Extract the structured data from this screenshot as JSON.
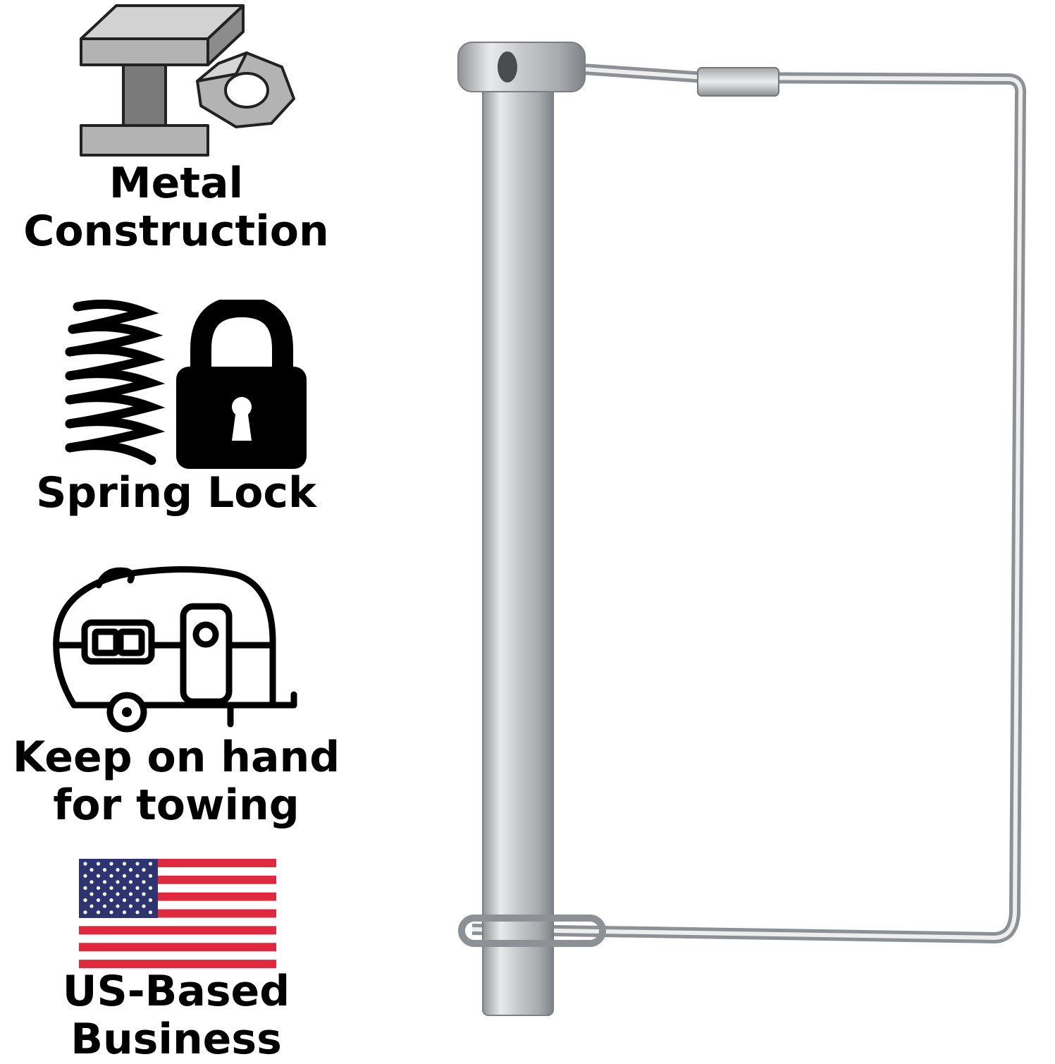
{
  "features": [
    {
      "id": "metal",
      "icon": "steel-beam-and-nut-icon",
      "lines": [
        "Metal",
        "Construction"
      ]
    },
    {
      "id": "spring",
      "icon": "spring-and-padlock-icon",
      "lines": [
        "Spring Lock"
      ]
    },
    {
      "id": "tow",
      "icon": "camper-trailer-icon",
      "lines": [
        "Keep on hand",
        "for towing"
      ]
    },
    {
      "id": "us",
      "icon": "us-flag-icon",
      "lines": [
        "US-Based",
        "Business"
      ]
    }
  ],
  "product": {
    "icon": "shaft-locking-pin-icon"
  },
  "colors": {
    "icon_gray": "#b3b3b3",
    "icon_dark_gray": "#7a7a7a",
    "flag_red": "#e0283e",
    "flag_blue": "#2e3470",
    "metal_light": "#e8e9ea",
    "metal_dark": "#9a9da0"
  }
}
